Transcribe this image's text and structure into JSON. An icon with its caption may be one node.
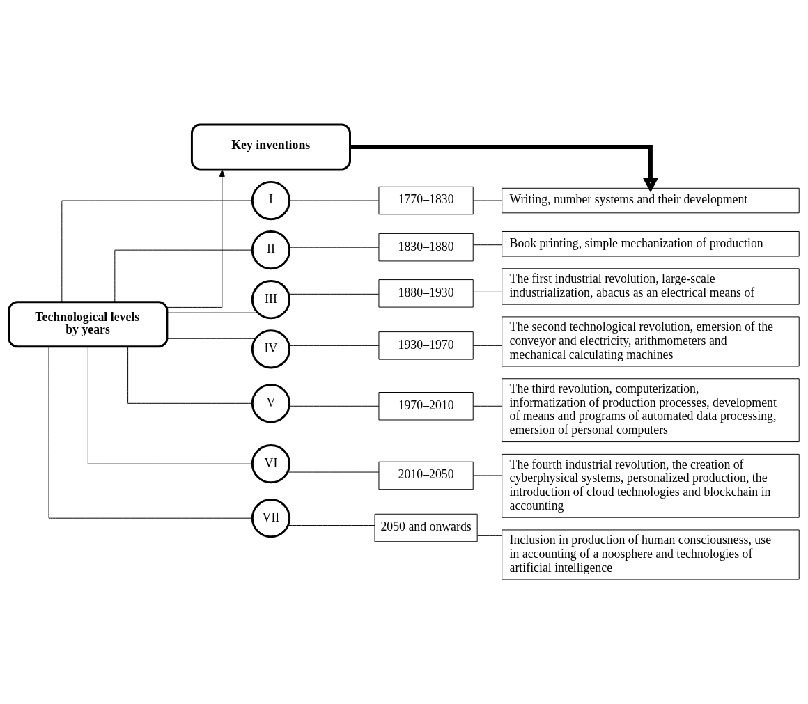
{
  "diagram": {
    "nodes": [
      {
        "text": [
          "Technological levels by years"
        ]
      },
      {
        "text": [
          "Key inventions"
        ]
      },
      {
        "text": [
          "I"
        ]
      },
      {
        "text": [
          "1770–1830"
        ]
      },
      {
        "text": [
          "Writing, number systems and their development"
        ]
      },
      {
        "text": [
          "II"
        ]
      },
      {
        "text": [
          "1830–1880"
        ]
      },
      {
        "text": [
          "Book printing, simple mechanization of production"
        ]
      },
      {
        "text": [
          "III"
        ]
      },
      {
        "text": [
          "1880–1930"
        ]
      },
      {
        "text": [
          "The first industrial revolution, large-scale industrialization, abacus as an electrical means of"
        ]
      },
      {
        "text": [
          "IV"
        ]
      },
      {
        "text": [
          "1930–1970"
        ]
      },
      {
        "text": [
          "The second technological revolution, emersion of the conveyor and electricity, arithmometers and mechanical calculating machines"
        ]
      },
      {
        "text": [
          "V"
        ]
      },
      {
        "text": [
          "1970–2010"
        ]
      },
      {
        "text": [
          "The third revolution, computerization, informatization of production processes, development of means and programs of automated data processing, emersion of personal computers"
        ]
      },
      {
        "text": [
          "VI"
        ]
      },
      {
        "text": [
          "2010–2050"
        ]
      },
      {
        "text": [
          "The fourth industrial revolution, the creation of cyberphysical systems, personalized production, the introduction of cloud technologies and blockchain in accounting"
        ]
      },
      {
        "text": [
          "VII"
        ]
      },
      {
        "text": [
          "2050 and onwards"
        ]
      },
      {
        "text": [
          "Inclusion in production of human consciousness, use in accounting of a noosphere and technologies of artificial intelligence"
        ]
      }
    ],
    "edges": [
      {
        "from": 0,
        "to": 1,
        "arrow": "to"
      },
      {
        "from": 1,
        "to": 4,
        "arrow": "to",
        "style": "thick"
      },
      {
        "from": 0,
        "to": 2,
        "arrow": "none"
      },
      {
        "from": 2,
        "to": 3,
        "arrow": "none"
      },
      {
        "from": 3,
        "to": 4,
        "arrow": "none"
      },
      {
        "from": 0,
        "to": 5,
        "arrow": "none"
      },
      {
        "from": 5,
        "to": 6,
        "arrow": "none"
      },
      {
        "from": 6,
        "to": 7,
        "arrow": "none"
      },
      {
        "from": 0,
        "to": 8,
        "arrow": "none"
      },
      {
        "from": 8,
        "to": 9,
        "arrow": "none"
      },
      {
        "from": 9,
        "to": 10,
        "arrow": "none"
      },
      {
        "from": 0,
        "to": 11,
        "arrow": "none"
      },
      {
        "from": 11,
        "to": 12,
        "arrow": "none"
      },
      {
        "from": 12,
        "to": 13,
        "arrow": "none"
      },
      {
        "from": 0,
        "to": 14,
        "arrow": "none"
      },
      {
        "from": 14,
        "to": 15,
        "arrow": "none"
      },
      {
        "from": 15,
        "to": 16,
        "arrow": "none"
      },
      {
        "from": 0,
        "to": 17,
        "arrow": "none"
      },
      {
        "from": 17,
        "to": 18,
        "arrow": "none"
      },
      {
        "from": 18,
        "to": 19,
        "arrow": "none"
      },
      {
        "from": 0,
        "to": 20,
        "arrow": "none"
      },
      {
        "from": 20,
        "to": 21,
        "arrow": "none"
      },
      {
        "from": 21,
        "to": 22,
        "arrow": "none"
      }
    ]
  }
}
